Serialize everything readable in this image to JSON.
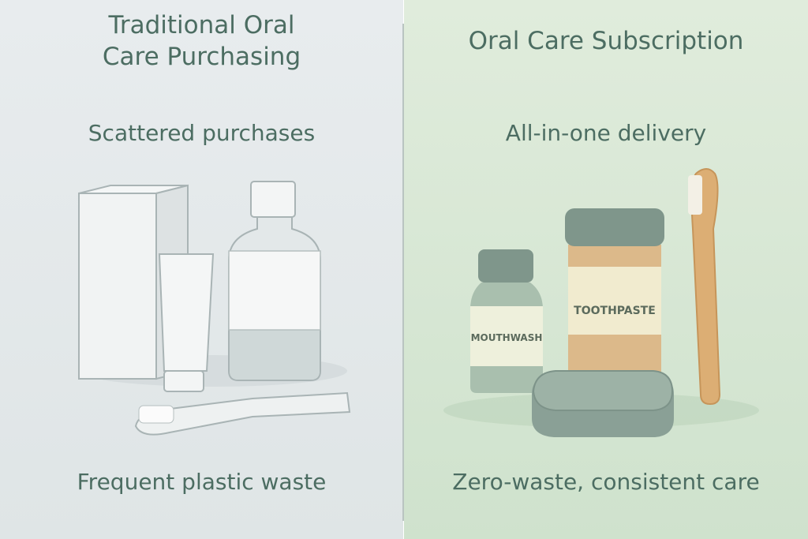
{
  "left": {
    "title_line1": "Traditional Oral",
    "title_line2": "Care Purchasing",
    "subtitle": "Scattered purchases",
    "footer": "Frequent plastic waste"
  },
  "right": {
    "title": "Oral Care Subscription",
    "subtitle": "All-in-one delivery",
    "footer": "Zero-waste, consistent care",
    "mouthwash_label": "MOUTHWASH",
    "toothpaste_label": "TOOTHPASTE"
  },
  "colors": {
    "text": "#4c6d62",
    "left_bg": "#e4e9eb",
    "right_bg": "#d6e7d3"
  }
}
